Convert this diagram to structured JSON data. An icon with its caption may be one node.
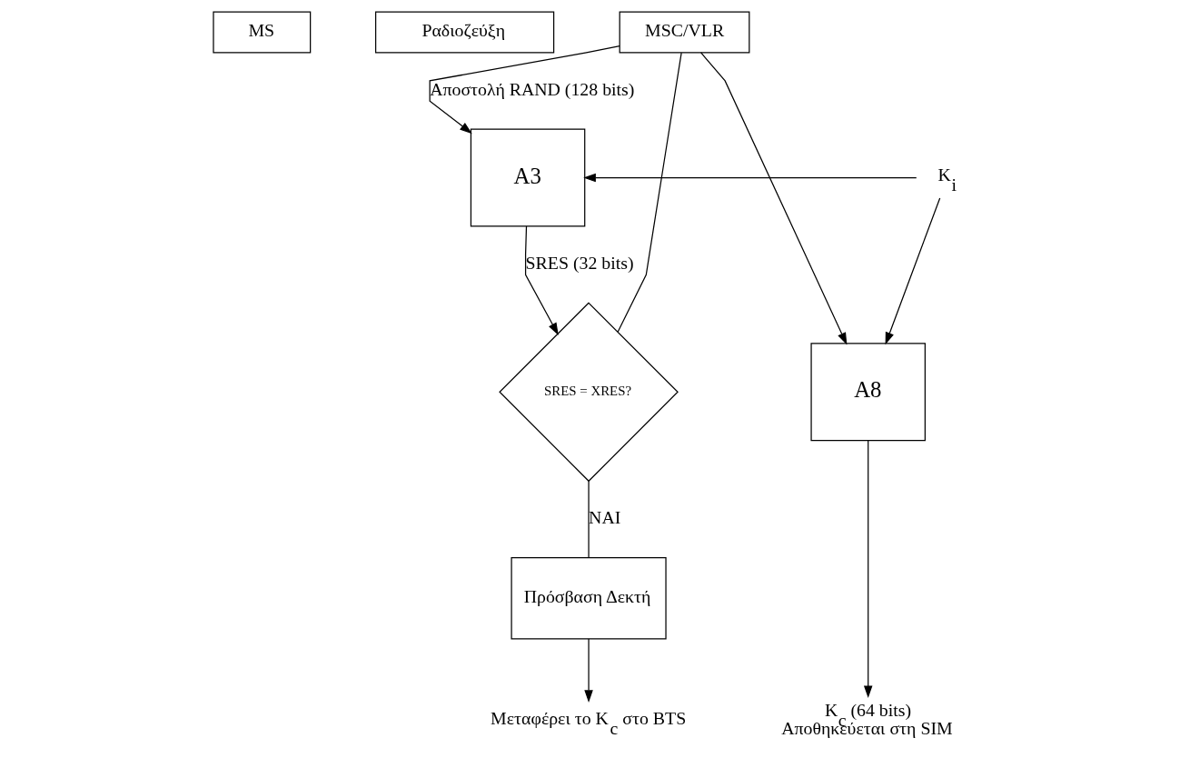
{
  "diagram": {
    "nodes": [
      {
        "text": [
          "MS"
        ]
      },
      {
        "text": [
          "Ραδιοζεύξη"
        ]
      },
      {
        "text": [
          "MSC/VLR"
        ]
      },
      {
        "text": [
          "K$_{i}$"
        ]
      },
      {
        "text": [
          "A3"
        ]
      },
      {
        "text": [
          "A8"
        ]
      },
      {
        "text": [
          "SRES = XRES?"
        ]
      },
      {
        "text": [
          "Πρόσβαση Δεκτή"
        ]
      },
      {
        "text": [
          "K$_{c}$ (64 bits)",
          "Αποθηκεύεται στη SIM"
        ]
      },
      {
        "text": [
          "Μεταφέρει το K$_{c}$ στο BTS"
        ]
      }
    ],
    "edges": [
      {
        "from": 3,
        "to": 4,
        "arrow": "to"
      },
      {
        "from": 3,
        "to": 5,
        "arrow": "to"
      },
      {
        "from": 2,
        "to": 4,
        "arrow": "to",
        "label": "Αποστολή RAND (128 bits)"
      },
      {
        "from": 2,
        "to": 5,
        "arrow": "to"
      },
      {
        "from": 2,
        "to": 6,
        "arrow": "none"
      },
      {
        "from": 4,
        "to": 6,
        "arrow": "to",
        "label": "SRES (32 bits)"
      },
      {
        "from": 6,
        "to": 7,
        "arrow": "none",
        "label": "ΝΑΙ"
      },
      {
        "from": 5,
        "to": 8,
        "arrow": "to"
      },
      {
        "from": 7,
        "to": 9,
        "arrow": "to"
      }
    ]
  }
}
